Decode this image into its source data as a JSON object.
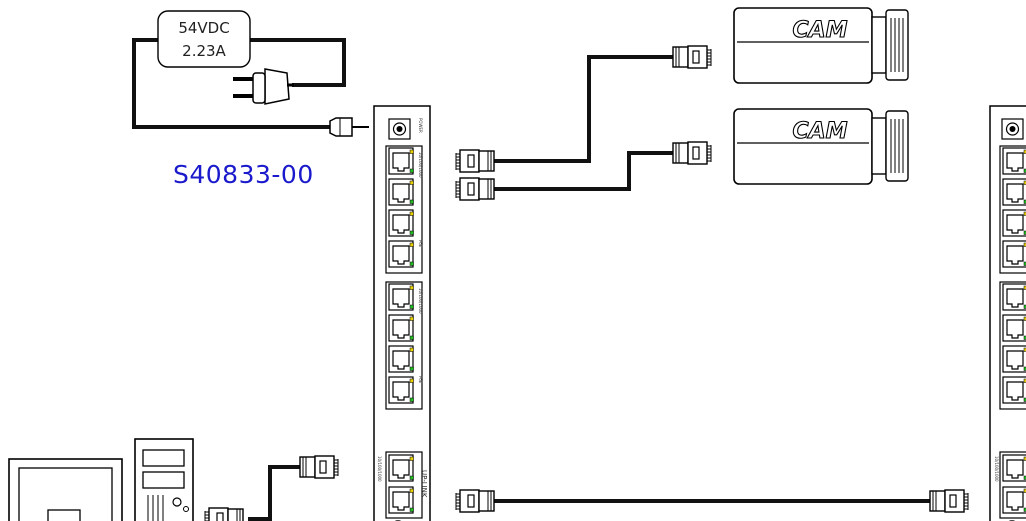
{
  "power_supply": {
    "line1": "54VDC",
    "line2": "2.23A"
  },
  "switch_model": "S40833-00",
  "cameras": [
    {
      "label": "CAM"
    },
    {
      "label": "CAM"
    }
  ],
  "switch": {
    "power_label": "POWER",
    "speed_label": "10/100/1000",
    "poe_label": "PoE",
    "uplink_label": "UP-LINK",
    "uplink_speed_label": "10/100/1000"
  },
  "colors": {
    "model_label": "#1a1acc",
    "cable": "#111111",
    "led_green": "#22bb22",
    "led_yellow": "#e8d000"
  }
}
